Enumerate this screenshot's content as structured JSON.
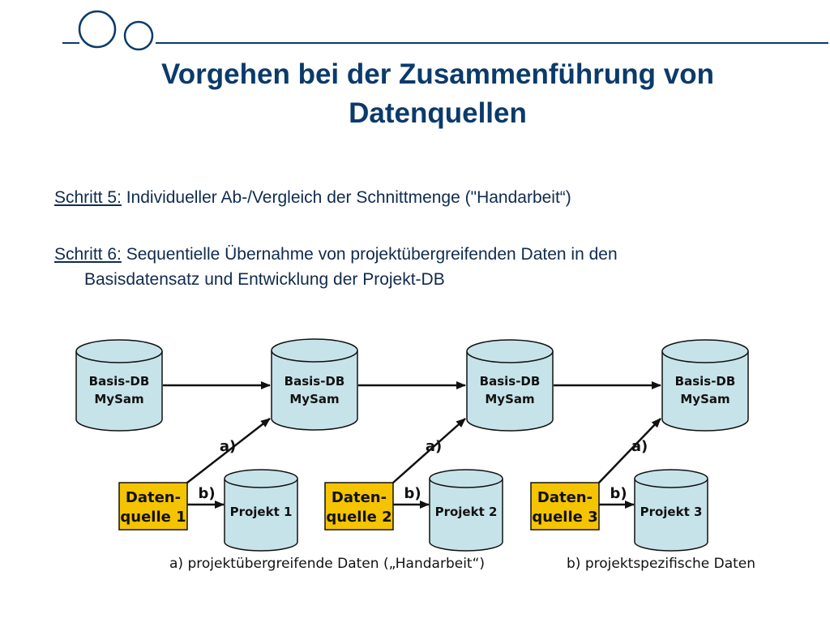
{
  "colors": {
    "title": "#0b3a6b",
    "text": "#0f2b4f",
    "db_fill": "#c7e3ea",
    "source_fill": "#f5c400",
    "decor": "#0b3a6b"
  },
  "title": {
    "line1": "Vorgehen bei der Zusammenführung von",
    "line2": "Datenquellen"
  },
  "steps": [
    {
      "label": "Schritt 5:",
      "text": " Individueller Ab-/Vergleich der Schnittmenge (\"Handarbeit“)",
      "continuation": ""
    },
    {
      "label": "Schritt 6:",
      "text": " Sequentielle Übernahme von projektübergreifenden Daten in den",
      "continuation": "Basisdatensatz und Entwicklung der Projekt-DB"
    }
  ],
  "diagram": {
    "base_dbs": [
      {
        "line1": "Basis-DB",
        "line2": "MySam"
      },
      {
        "line1": "Basis-DB",
        "line2": "MySam"
      },
      {
        "line1": "Basis-DB",
        "line2": "MySam"
      },
      {
        "line1": "Basis-DB",
        "line2": "MySam"
      }
    ],
    "sources": [
      {
        "line1": "Daten-",
        "line2": "quelle 1"
      },
      {
        "line1": "Daten-",
        "line2": "quelle 2"
      },
      {
        "line1": "Daten-",
        "line2": "quelle 3"
      }
    ],
    "projects": [
      "Projekt 1",
      "Projekt 2",
      "Projekt 3"
    ],
    "arrow_label_a": "a)",
    "arrow_label_b": "b)",
    "legend_a": "a) projektübergreifende Daten („Handarbeit“)",
    "legend_b": "b) projektspezifische Daten"
  }
}
